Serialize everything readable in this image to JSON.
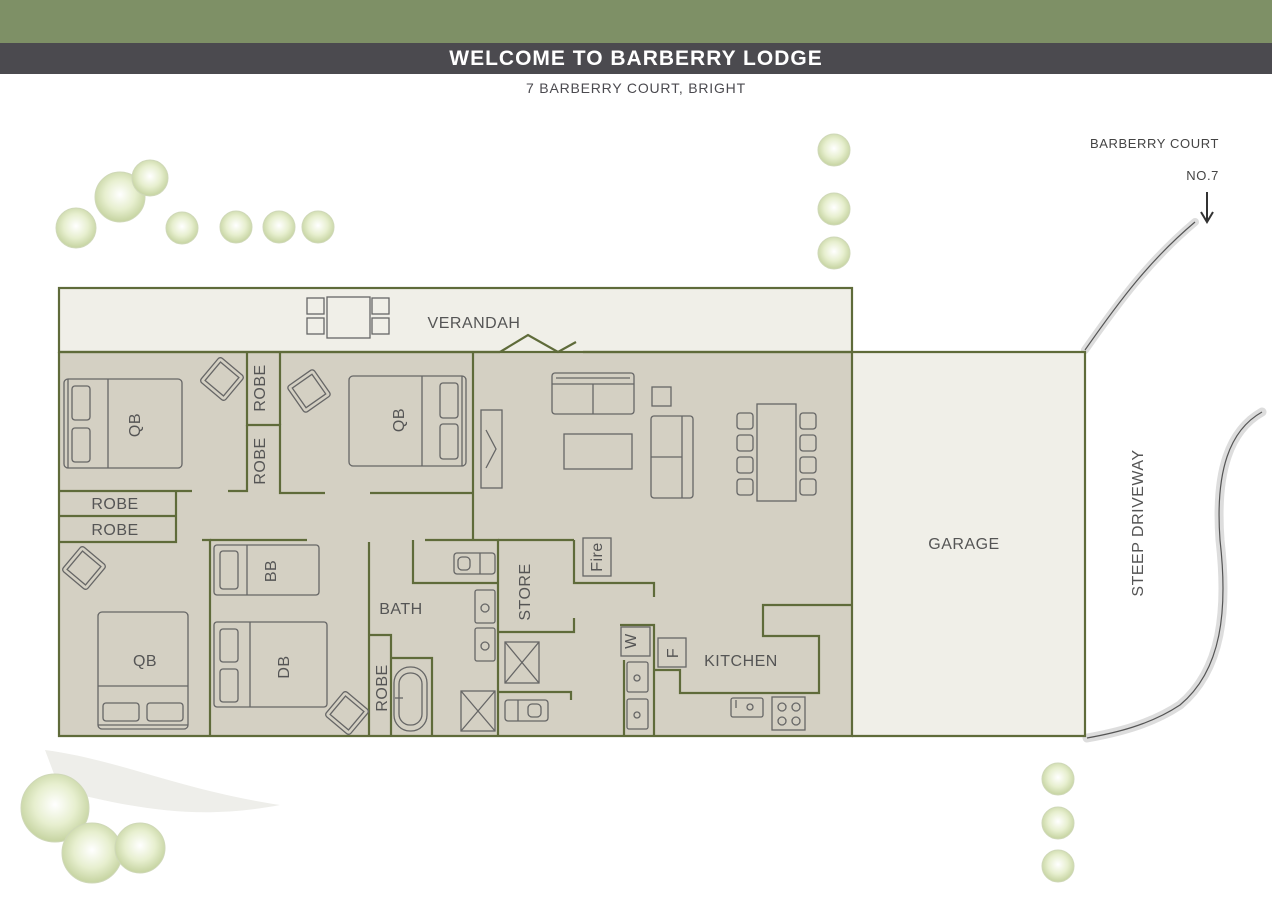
{
  "header": {
    "title": "WELCOME TO BARBERRY LODGE",
    "address": "7 BARBERRY COURT, BRIGHT"
  },
  "street": {
    "name": "BARBERRY COURT",
    "number": "NO.7",
    "driveway": "STEEP DRIVEWAY"
  },
  "rooms": {
    "verandah": "VERANDAH",
    "garage": "GARAGE",
    "bath": "BATH",
    "store": "STORE",
    "kitchen": "KITCHEN",
    "robe": "ROBE",
    "qb": "QB",
    "bb": "BB",
    "db": "DB",
    "fire": "Fire",
    "fridge": "F",
    "washer": "W"
  },
  "colors": {
    "header_band": "#7e9066",
    "title_band": "#4b4a4f",
    "interior_fill": "#d4d0c3",
    "exterior_fill": "#f0efe8",
    "wall": "#5f6b3a"
  }
}
